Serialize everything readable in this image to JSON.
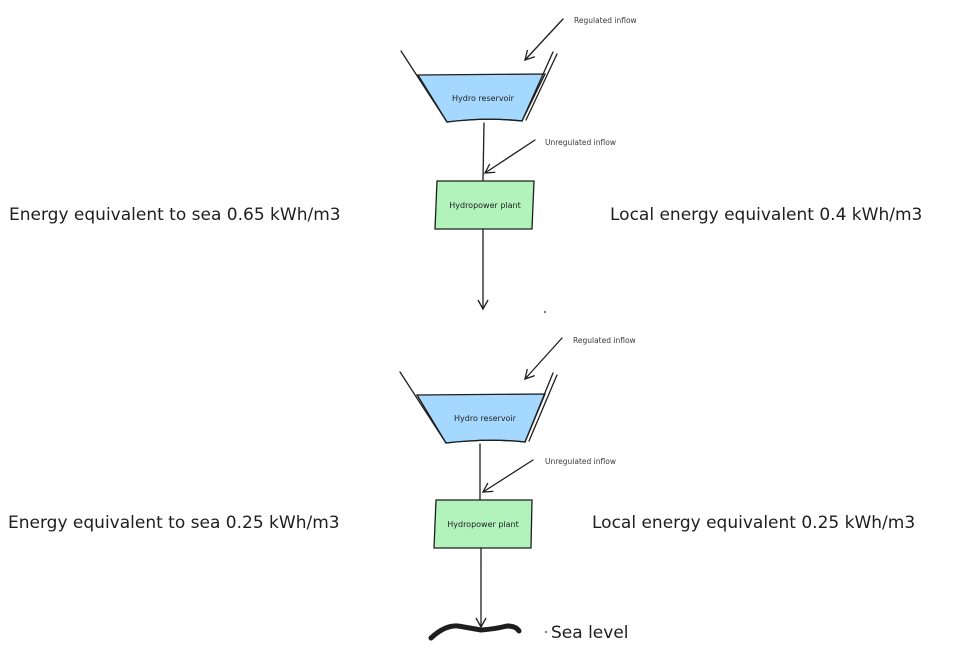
{
  "diagram": {
    "title": "",
    "stages": [
      {
        "reservoir_label": "Hydro reservoir",
        "regulated_inflow_label": "Regulated inflow",
        "unregulated_inflow_label": "Unregulated inflow",
        "plant_label": "Hydropower plant",
        "energy_to_sea_label": "Energy equivalent to sea 0.65 kWh/m3",
        "local_energy_label": "Local energy equivalent 0.4 kWh/m3"
      },
      {
        "reservoir_label": "Hydro reservoir",
        "regulated_inflow_label": "Regulated inflow",
        "unregulated_inflow_label": "Unregulated inflow",
        "plant_label": "Hydropower plant",
        "energy_to_sea_label": "Energy equivalent to sea 0.25 kWh/m3",
        "local_energy_label": "Local energy equivalent 0.25 kWh/m3"
      }
    ],
    "sea_level_label": "Sea level",
    "colors": {
      "reservoir_fill": "#a5d8ff",
      "plant_fill": "#b2f2bb",
      "stroke": "#1e1e1e"
    }
  }
}
